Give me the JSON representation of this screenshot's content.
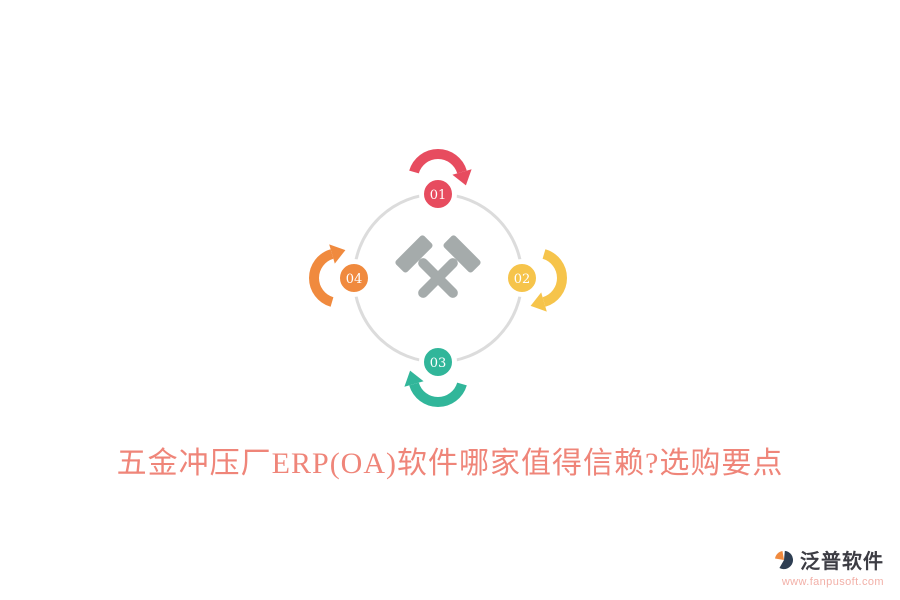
{
  "title": {
    "text": "五金冲压厂ERP(OA)软件哪家值得信赖?选购要点",
    "color": "#ef8579"
  },
  "diagram": {
    "center_icon": "crossed-hammers",
    "ring_color": "#dcdcdc",
    "icon_color": "#a5abab",
    "badges": [
      {
        "label": "01",
        "position": "top",
        "color": "#e74c5f"
      },
      {
        "label": "02",
        "position": "right",
        "color": "#f6c44b"
      },
      {
        "label": "03",
        "position": "bottom",
        "color": "#31b69a"
      },
      {
        "label": "04",
        "position": "left",
        "color": "#f08a3e"
      }
    ]
  },
  "footer": {
    "brand": "泛普软件",
    "website": "www.fanpusoft.com",
    "brand_color": "#3d3d44",
    "website_color": "#f2b0a8",
    "logo_colors": {
      "orange": "#f08a3e",
      "navy": "#2e3e52"
    }
  }
}
